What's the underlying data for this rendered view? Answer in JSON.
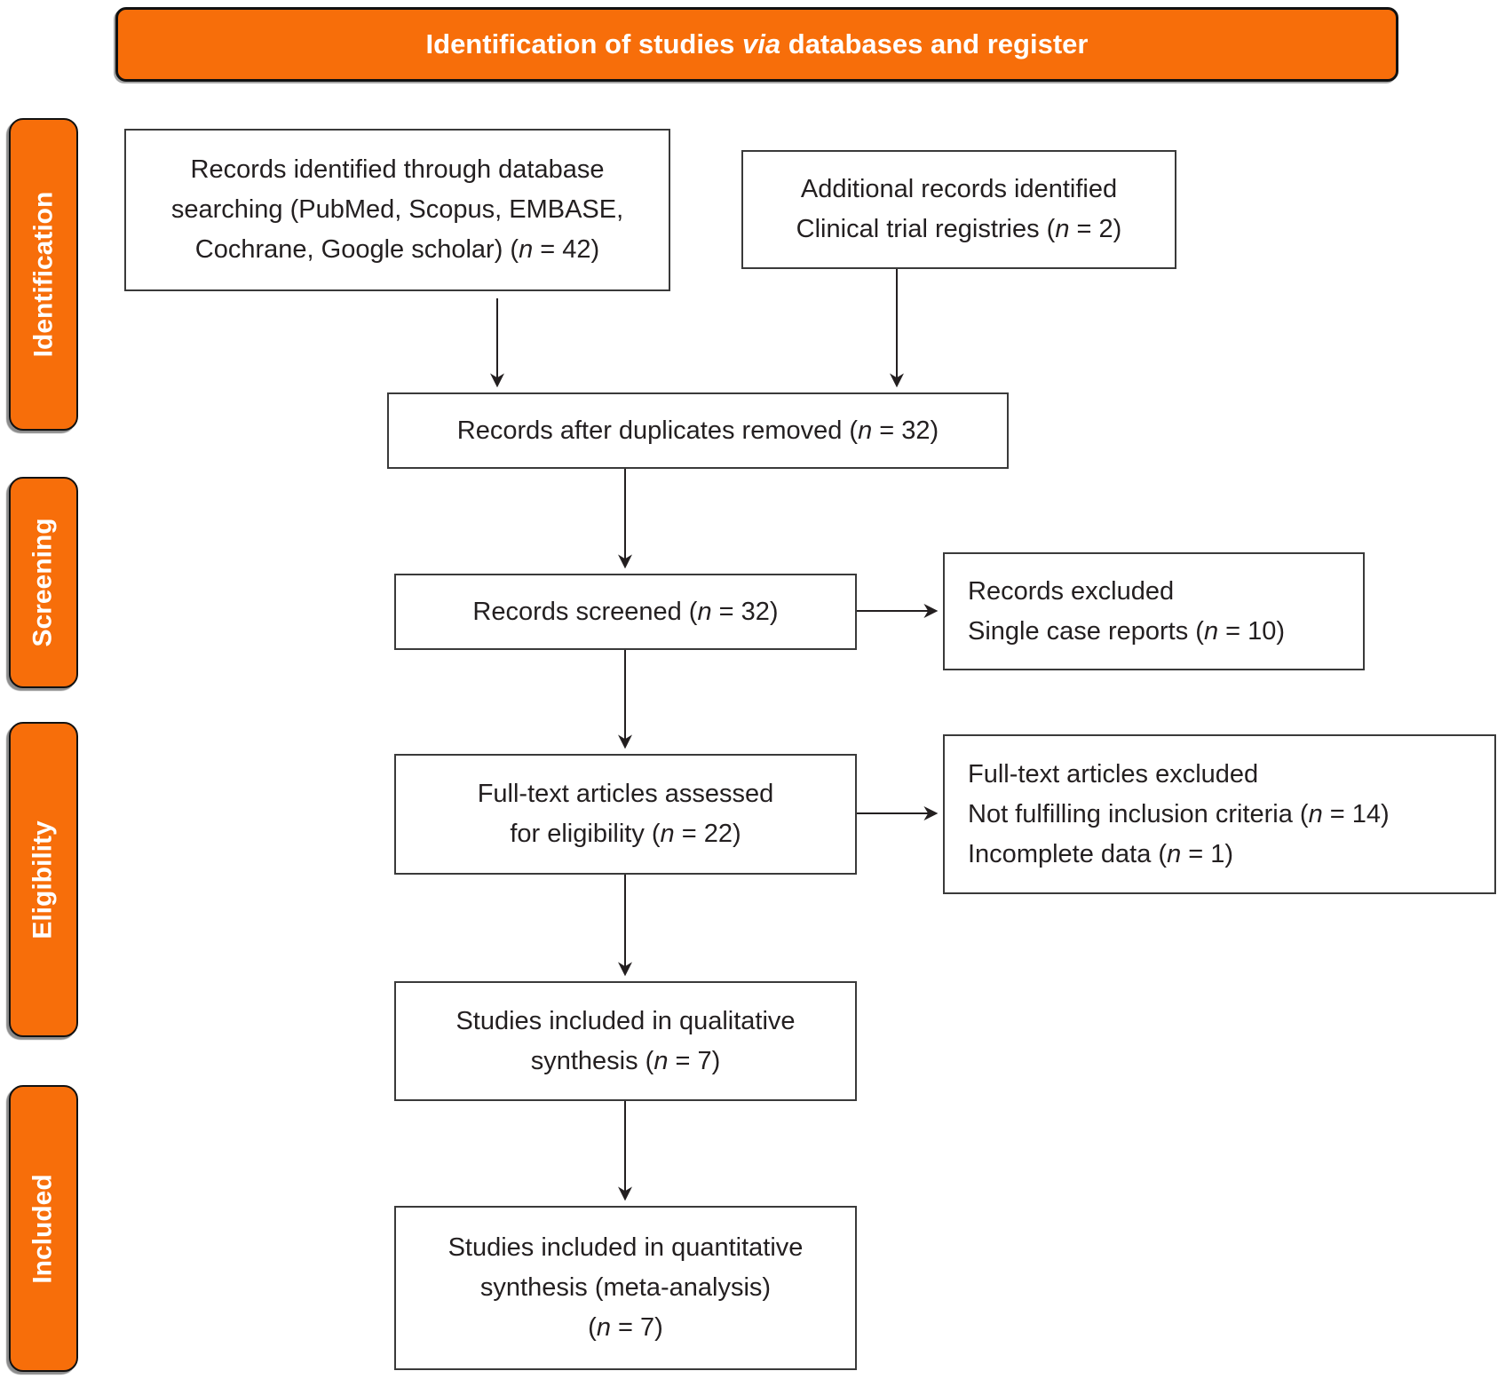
{
  "header": {
    "title": "Identification of studies via databases and register"
  },
  "sidebar": {
    "stages": [
      {
        "label": "Identification"
      },
      {
        "label": "Screening"
      },
      {
        "label": "Eligibility"
      },
      {
        "label": "Included"
      }
    ]
  },
  "flow": {
    "db_search": {
      "lines": [
        "Records identified through database",
        "searching (PubMed, Scopus, EMBASE,",
        "Cochrane, Google scholar) (n = 42)"
      ]
    },
    "additional_records": {
      "lines": [
        "Additional records identified",
        "Clinical trial registries (n = 2)"
      ]
    },
    "after_duplicates": {
      "lines": [
        "Records after duplicates removed (n = 32)"
      ]
    },
    "screened": {
      "lines": [
        "Records screened (n = 32)"
      ]
    },
    "records_excluded": {
      "lines": [
        "Records excluded",
        "Single case reports (n = 10)"
      ]
    },
    "fulltext_assessed": {
      "lines": [
        "Full-text articles assessed",
        "for eligibility (n = 22)"
      ]
    },
    "fulltext_excluded": {
      "lines": [
        "Full-text articles excluded",
        "Not fulfilling inclusion criteria (n = 14)",
        "Incomplete data (n = 1)"
      ]
    },
    "qualitative": {
      "lines": [
        "Studies included in qualitative",
        "synthesis (n = 7)"
      ]
    },
    "quantitative": {
      "lines": [
        "Studies included in quantitative",
        "synthesis (meta-analysis)",
        "(n = 7)"
      ]
    }
  },
  "colors": {
    "accent_orange": "#F76E0A",
    "text_dark": "#231F20",
    "box_border": "#3A3A3A"
  }
}
